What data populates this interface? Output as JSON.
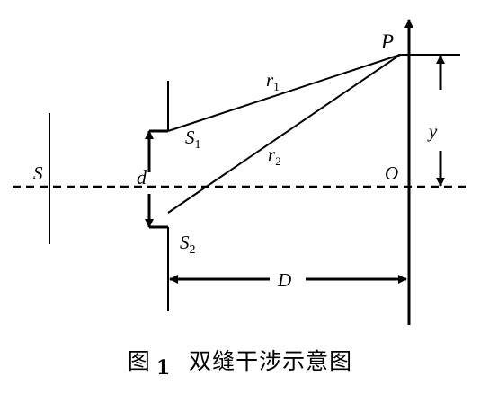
{
  "labels": {
    "point_p": "P",
    "origin_o": "O",
    "source_s": "S",
    "slit_separation": "d",
    "slit_1_base": "S",
    "slit_1_sub": "1",
    "slit_2_base": "S",
    "slit_2_sub": "2",
    "path_1_base": "r",
    "path_1_sub": "1",
    "path_2_base": "r",
    "path_2_sub": "2",
    "screen_distance": "D",
    "height_y": "y"
  },
  "caption": {
    "prefix": "图",
    "number": "1",
    "title": "双缝干涉示意图"
  }
}
